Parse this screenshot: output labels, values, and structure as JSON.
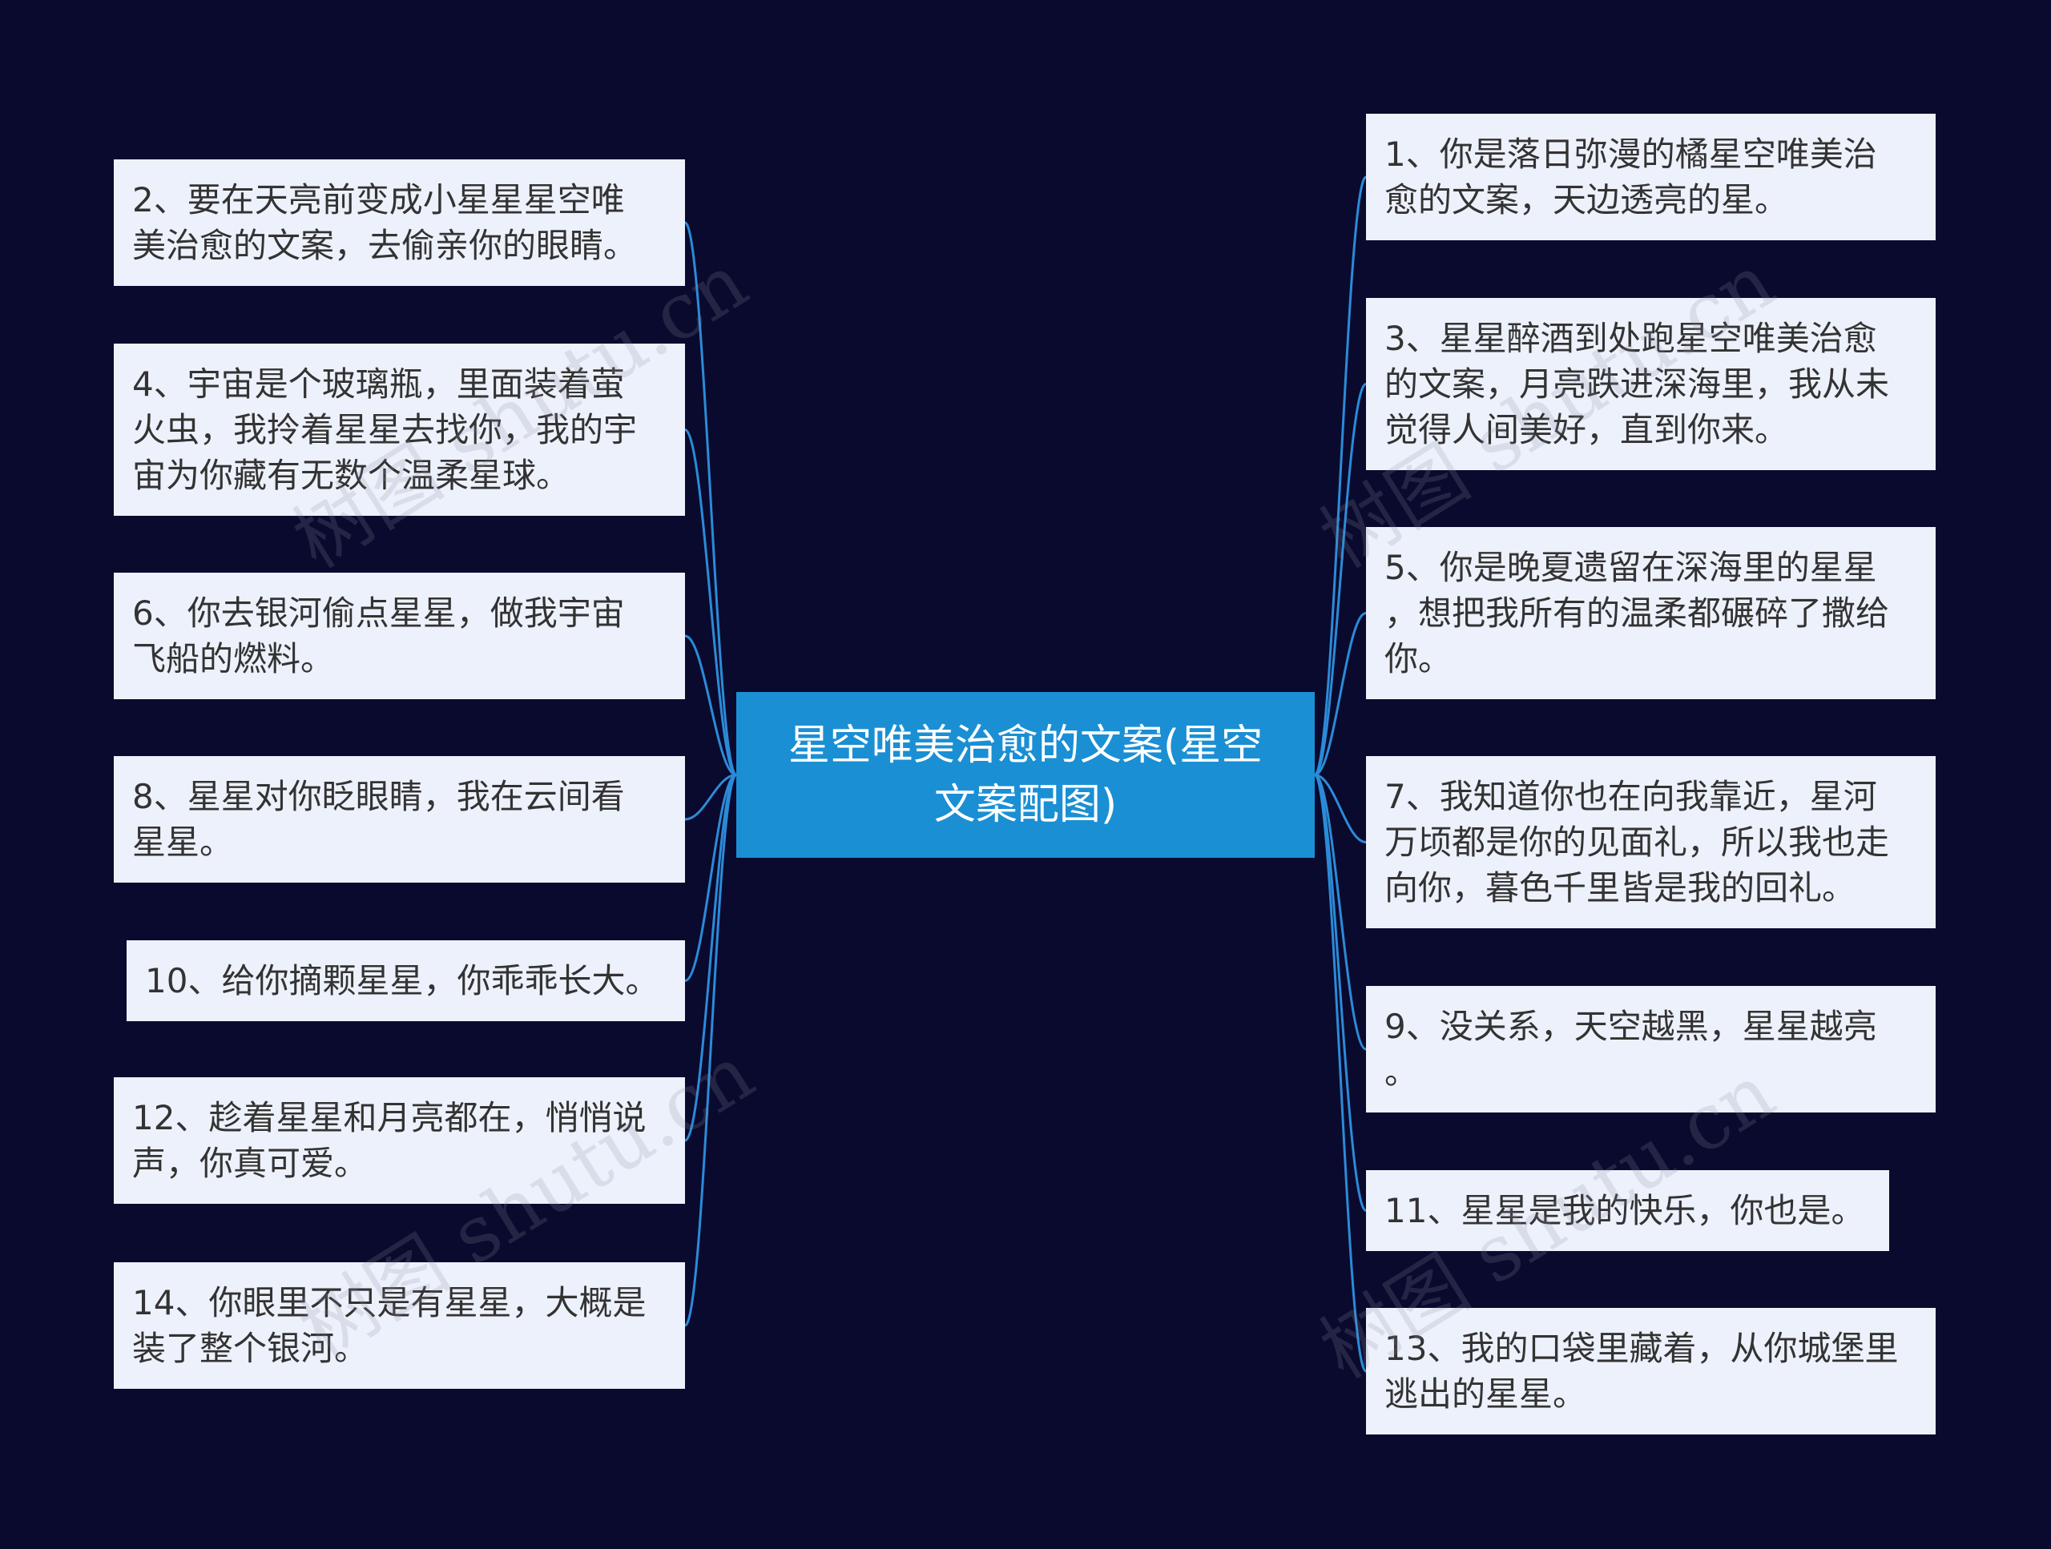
{
  "central_topic": {
    "lines": [
      "星空唯美治愈的文案(星空",
      "文案配图)"
    ]
  },
  "left_topics": [
    {
      "lines": [
        "2、要在天亮前变成小星星星空唯",
        "美治愈的文案，去偷亲你的眼睛。"
      ]
    },
    {
      "lines": [
        "4、宇宙是个玻璃瓶，里面装着萤",
        "火虫，我拎着星星去找你，我的宇",
        "宙为你藏有无数个温柔星球。"
      ]
    },
    {
      "lines": [
        "6、你去银河偷点星星，做我宇宙",
        "飞船的燃料。"
      ]
    },
    {
      "lines": [
        "8、星星对你眨眼睛，我在云间看",
        "星星。"
      ]
    },
    {
      "lines": [
        "10、给你摘颗星星，你乖乖长大。"
      ]
    },
    {
      "lines": [
        "12、趁着星星和月亮都在，悄悄说",
        "声，你真可爱。"
      ]
    },
    {
      "lines": [
        "14、你眼里不只是有星星，大概是",
        "装了整个银河。"
      ]
    }
  ],
  "right_topics": [
    {
      "lines": [
        "1、你是落日弥漫的橘星空唯美治",
        "愈的文案，天边透亮的星。"
      ]
    },
    {
      "lines": [
        "3、星星醉酒到处跑星空唯美治愈",
        "的文案，月亮跌进深海里，我从未",
        "觉得人间美好，直到你来。"
      ]
    },
    {
      "lines": [
        "5、你是晚夏遗留在深海里的星星",
        "，想把我所有的温柔都碾碎了撒给",
        "你。"
      ]
    },
    {
      "lines": [
        "7、我知道你也在向我靠近，星河",
        "万顷都是你的见面礼，所以我也走",
        "向你，暮色千里皆是我的回礼。"
      ]
    },
    {
      "lines": [
        "9、没关系，天空越黑，星星越亮",
        "。"
      ]
    },
    {
      "lines": [
        "11、星星是我的快乐，你也是。"
      ]
    },
    {
      "lines": [
        "13、我的口袋里藏着，从你城堡里",
        "逃出的星星。"
      ]
    }
  ],
  "watermark": "树图 shutu.cn",
  "colors": {
    "background": "#0a0a2e",
    "topic_fill": "#edf1fb",
    "topic_text": "#333333",
    "central_fill": "#1a8fd4",
    "central_text": "#ffffff",
    "connector": "#2b8bd8"
  }
}
